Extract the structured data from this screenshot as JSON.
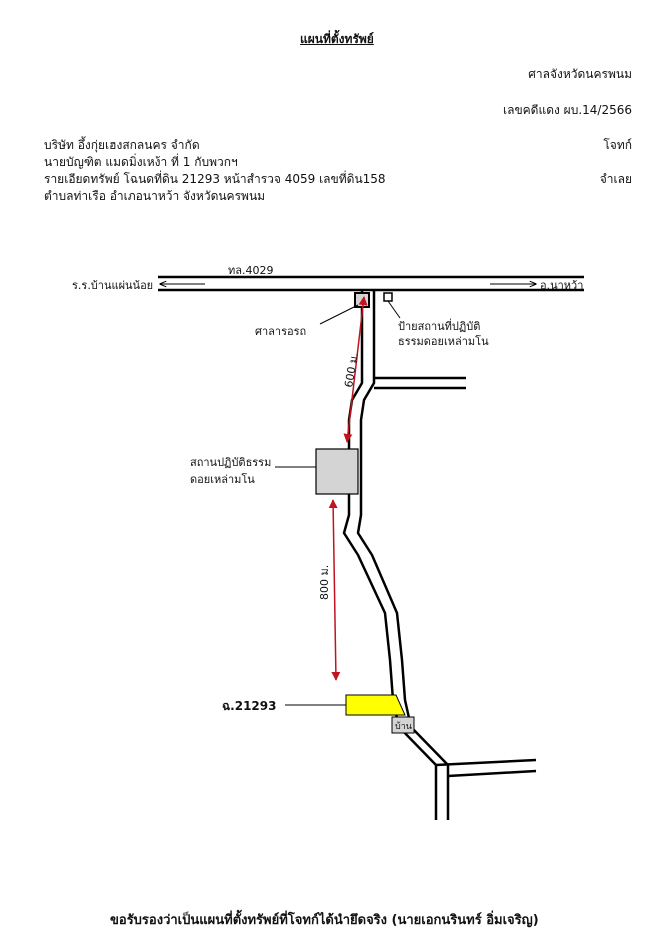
{
  "header": {
    "title": "แผนที่ตั้งทรัพย์",
    "court": "ศาลจังหวัดนครพนม",
    "case_no": "เลขคดีแดง ผบ.14/2566"
  },
  "parties": {
    "company": "บริษัท อึ้งกุ่ยเฮงสกลนคร จำกัด",
    "individual": "นายบัญฑิต  แมดมิ่งเหง้า ที่ 1 กับพวกฯ",
    "property_detail": "รายเอียดทรัพย์ โฉนดที่ดิน 21293 หน้าสำรวจ 4059 เลขที่ดิน158",
    "location": "ตำบลท่าเรือ  อำเภอนาหว้า  จังหวัดนครพนม",
    "plaintiff_label": "โจทก์",
    "defendant_label": "จำเลย"
  },
  "map": {
    "road_code": "ทล.4029",
    "left_destination": "ร.ร.บ้านแผ่นน้อย",
    "right_destination": "อ.นาหว้า",
    "bus_stop": "ศาลารอรถ",
    "sign_line1": "ป้ายสถานที่ปฏิบัติ",
    "sign_line2": "ธรรมดอยเหล่ามโน",
    "temple_line1": "สถานปฏิบัติธรรม",
    "temple_line2": "ดอยเหล่ามโน",
    "distance_1": "600 ม.",
    "distance_2": "800 ม.",
    "parcel_label": "ฉ.21293",
    "house_label": "บ้าน",
    "colors": {
      "arrow": "#c0141e",
      "parcel": "#ffff00",
      "building": "#d4d4d4",
      "road": "#000000"
    }
  },
  "footer": {
    "certification": "ขอรับรองว่าเป็นแผนที่ตั้งทรัพย์ที่โจทก์ได้นำยึดจริง (นายเอกนรินทร์ อิ่มเจริญ)"
  }
}
